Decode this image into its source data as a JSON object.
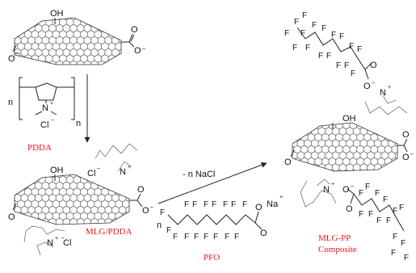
{
  "colors": {
    "label": "#e8141c",
    "ink": "#111111",
    "lattice": "#333333"
  },
  "groups": {
    "hydroxyl": "OH",
    "carboxyl_o": "O",
    "carboxyl_minus": "–",
    "epoxide_o": "O",
    "nitrogen": "N",
    "nitrogen_plus": "+",
    "chloride": "Cl",
    "chloride_minus": "–",
    "fluorine": "F",
    "sodium": "Na",
    "sodium_plus": "+"
  },
  "stoichiometry": {
    "n": "n"
  },
  "labels": {
    "pdda": "PDDA",
    "mlg_pdda": "MLG/PDDA",
    "pfo": "PFO",
    "composite_line1": "MLG-PP",
    "composite_line2": "Composite"
  },
  "reaction": {
    "byproduct": "- n NaCl"
  }
}
